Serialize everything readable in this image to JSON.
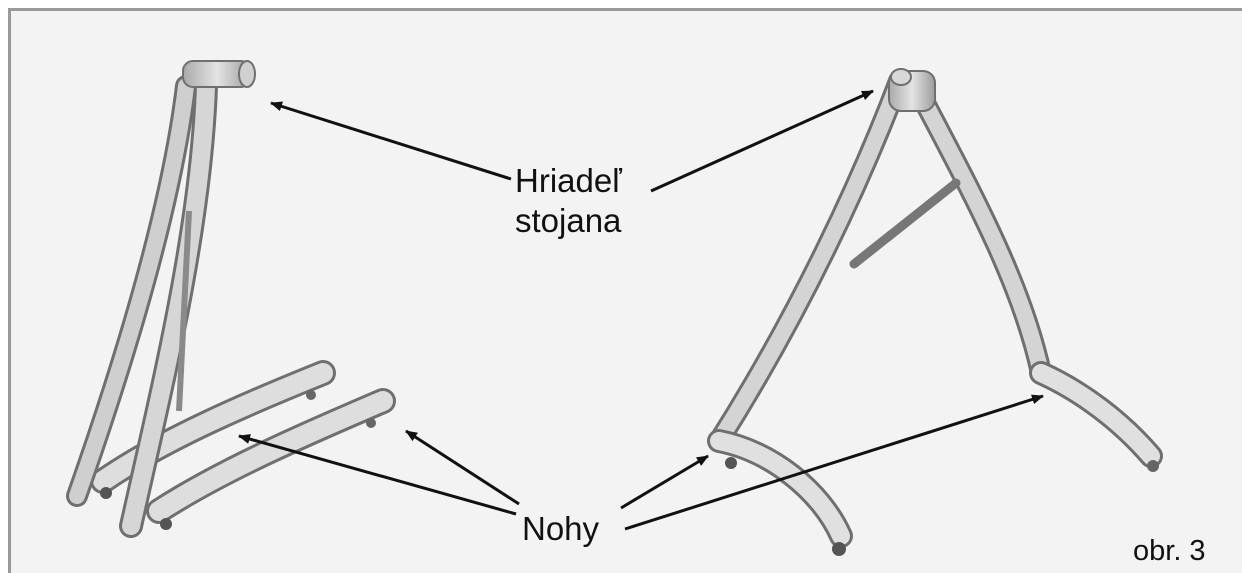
{
  "labels": {
    "shaft_line1": "Hriadeľ",
    "shaft_line2": "stojana",
    "legs": "Nohy",
    "figure_number": "obr. 3"
  },
  "colors": {
    "background": "#f3f3f3",
    "frame": "#9a9a9a",
    "tube_fill": "#c8c8c8",
    "tube_stroke": "#6f6f6f",
    "arrow": "#111111"
  }
}
